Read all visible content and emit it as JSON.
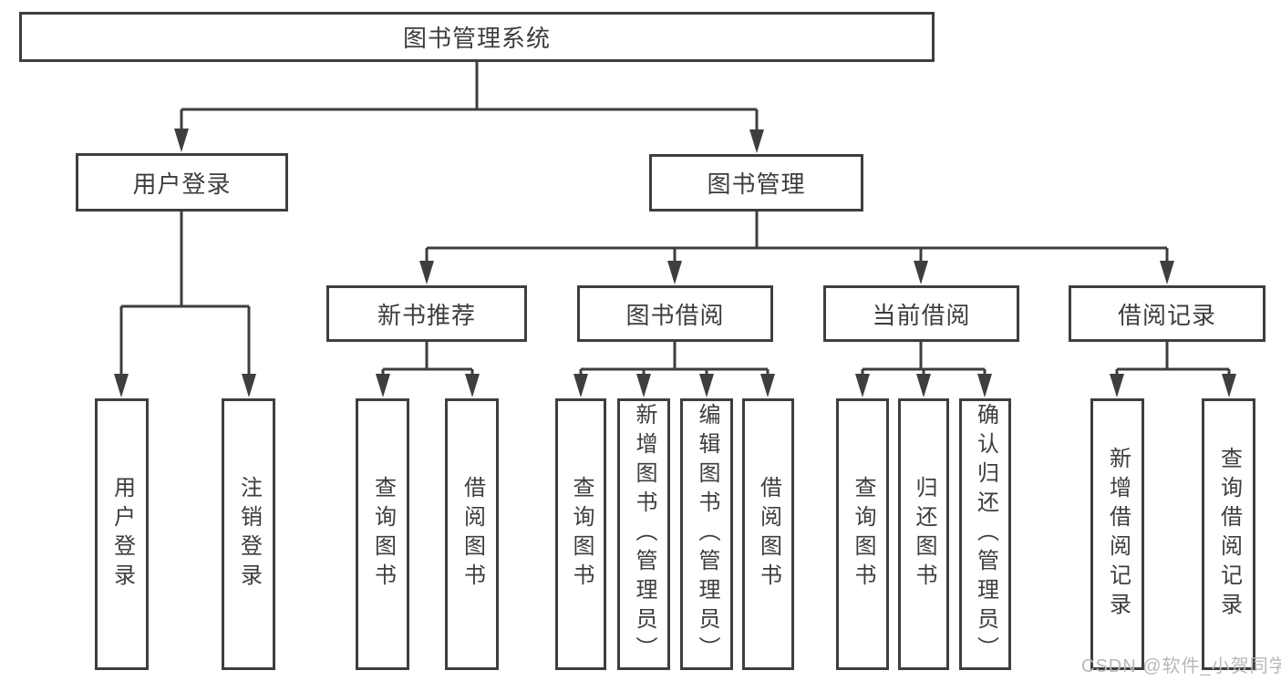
{
  "diagram": {
    "root": {
      "label": "图书管理系统"
    },
    "branches": [
      {
        "label": "用户登录",
        "children": [
          {
            "label": "用户登录"
          },
          {
            "label": "注销登录"
          }
        ]
      },
      {
        "label": "图书管理",
        "children": [
          {
            "label": "新书推荐",
            "children": [
              {
                "label": "查询图书"
              },
              {
                "label": "借阅图书"
              }
            ]
          },
          {
            "label": "图书借阅",
            "children": [
              {
                "label": "查询图书"
              },
              {
                "label": "新增图书（管理员）"
              },
              {
                "label": "编辑图书（管理员）"
              },
              {
                "label": "借阅图书"
              }
            ]
          },
          {
            "label": "当前借阅",
            "children": [
              {
                "label": "查询图书"
              },
              {
                "label": "归还图书"
              },
              {
                "label": "确认归还（管理员）"
              }
            ]
          },
          {
            "label": "借阅记录",
            "children": [
              {
                "label": "新增借阅记录"
              },
              {
                "label": "查询借阅记录"
              }
            ]
          }
        ]
      }
    ]
  },
  "watermark": {
    "text": "CSDN @软件_小贺同学"
  },
  "colors": {
    "line": "#3e3e3e",
    "text": "#3d3d3d",
    "background": "#ffffff",
    "watermark": "#b8b8b8"
  }
}
